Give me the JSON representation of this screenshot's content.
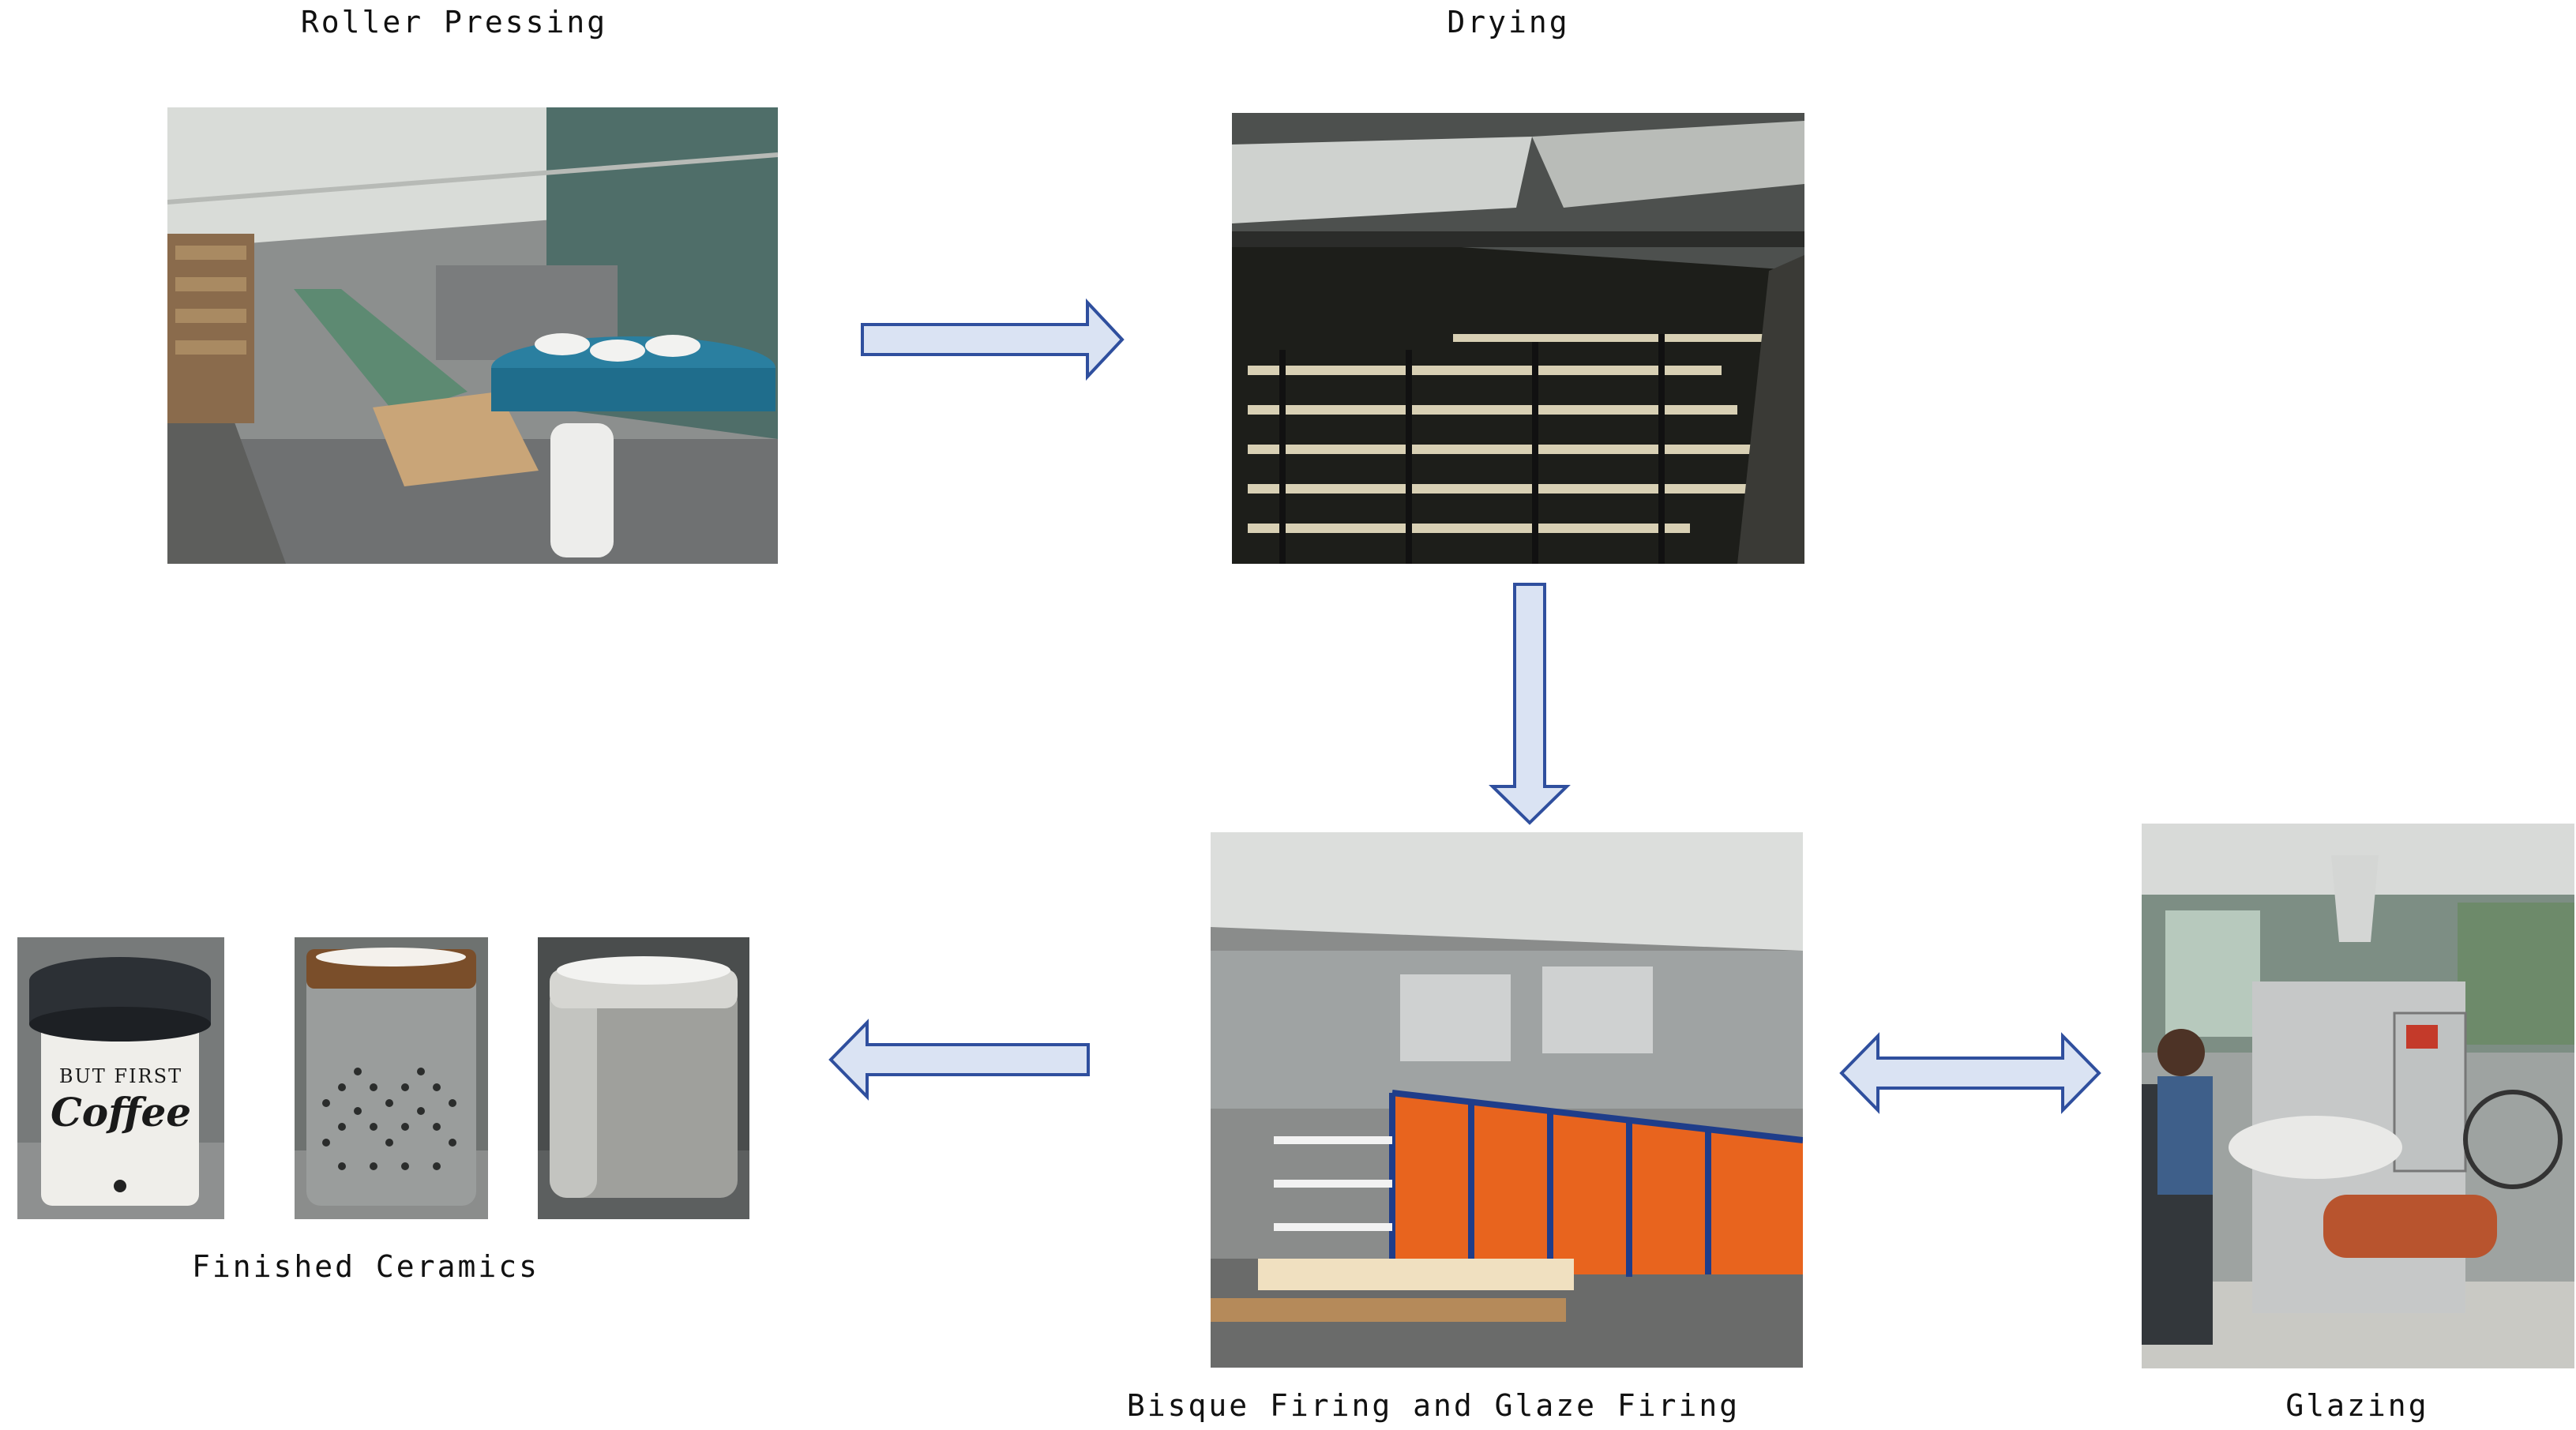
{
  "steps": {
    "roller_pressing": "Roller Pressing",
    "drying": "Drying",
    "bisque_glaze_firing": "Bisque Firing and Glaze Firing",
    "glazing": "Glazing",
    "finished_ceramics": "Finished Ceramics"
  },
  "mug_print": {
    "line1": "BUT FIRST",
    "line2": "Coffee"
  },
  "colors": {
    "arrow_fill": "#dae3f3",
    "arrow_stroke": "#2f4f9e",
    "kiln_orange": "#e8641e",
    "conveyor_teal": "#2a7fa0"
  }
}
